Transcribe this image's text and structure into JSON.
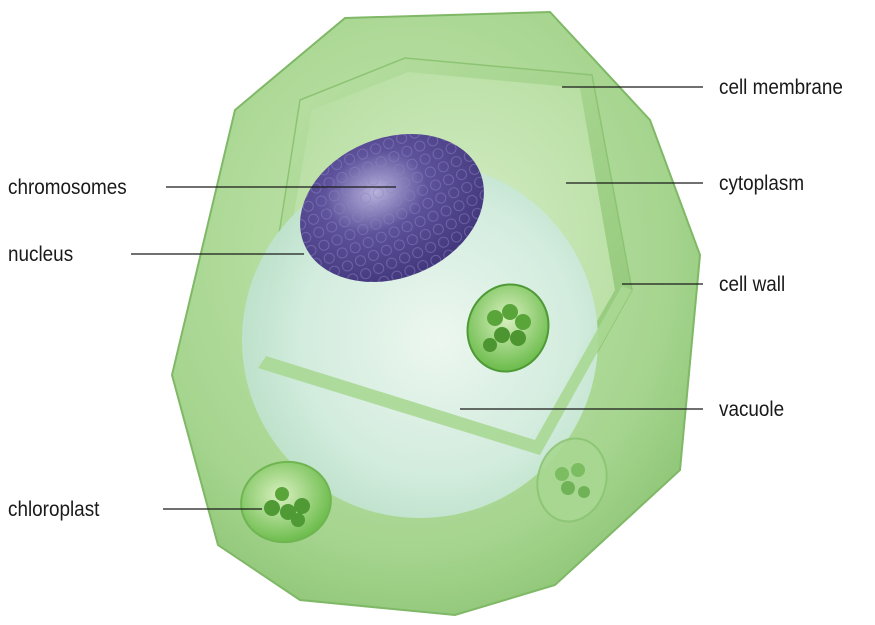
{
  "diagram": {
    "labels": {
      "cell_membrane": "cell membrane",
      "cytoplasm": "cytoplasm",
      "cell_wall": "cell wall",
      "vacuole": "vacuole",
      "chromosomes": "chromosomes",
      "nucleus": "nucleus",
      "chloroplast": "chloroplast"
    },
    "colors": {
      "cell_wall": "#9fd08a",
      "cytoplasm": "#bfe2ae",
      "vacuole": "#d8efe6",
      "nucleus": "#5a4f96",
      "chloroplast": "#5cab3e",
      "leader_line": "#1a1a1a"
    }
  }
}
